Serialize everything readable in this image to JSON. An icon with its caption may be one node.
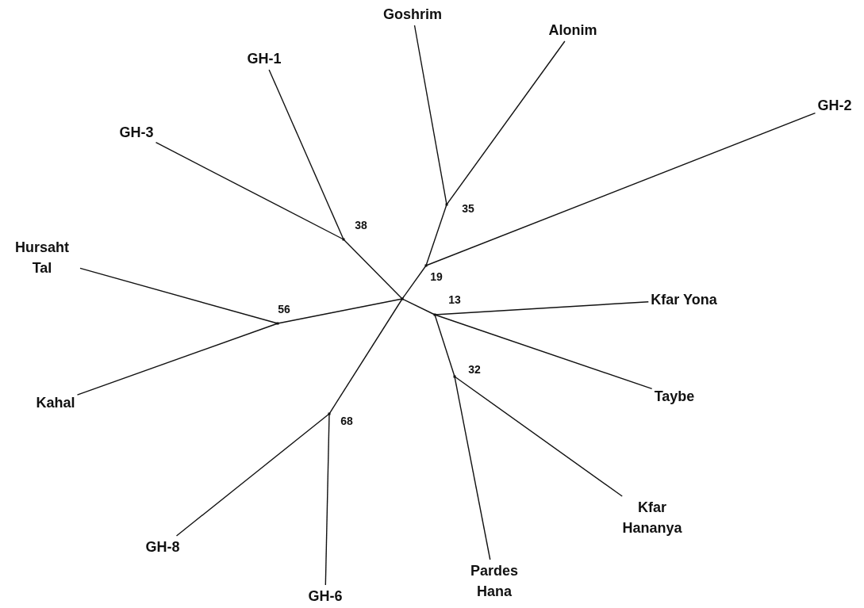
{
  "diagram": {
    "nodes": [
      {
        "text": [
          "Goshrim"
        ]
      },
      {
        "text": [
          "Alonim"
        ]
      },
      {
        "text": [
          "GH-1"
        ]
      },
      {
        "text": [
          "GH-2"
        ]
      },
      {
        "text": [
          "GH-3"
        ]
      },
      {
        "text": [
          "Hursaht Tal"
        ]
      },
      {
        "text": [
          "Kfar Yona"
        ]
      },
      {
        "text": [
          "Taybe"
        ]
      },
      {
        "text": [
          "Kahal"
        ]
      },
      {
        "text": [
          "Kfar Hananya"
        ]
      },
      {
        "text": [
          "GH-8"
        ]
      },
      {
        "text": [
          "Pardes Hana"
        ]
      },
      {
        "text": [
          "GH-6"
        ]
      },
      {
        "text": [],
        "shape": "point",
        "beside": [
          "35"
        ]
      },
      {
        "text": [],
        "shape": "point",
        "beside": [
          "38"
        ]
      },
      {
        "text": [],
        "shape": "point",
        "beside": [
          "19"
        ]
      },
      {
        "text": [],
        "shape": "point"
      },
      {
        "text": [],
        "shape": "point",
        "beside": [
          "13"
        ]
      },
      {
        "text": [],
        "shape": "point",
        "beside": [
          "56"
        ]
      },
      {
        "text": [],
        "shape": "point",
        "beside": [
          "32"
        ]
      },
      {
        "text": [],
        "shape": "point",
        "beside": [
          "68"
        ]
      }
    ],
    "edges": [
      {
        "from": 16,
        "to": 14,
        "arrow": "none"
      },
      {
        "from": 16,
        "to": 18,
        "arrow": "none"
      },
      {
        "from": 16,
        "to": 20,
        "arrow": "none"
      },
      {
        "from": 16,
        "to": 15,
        "arrow": "none"
      },
      {
        "from": 16,
        "to": 17,
        "arrow": "none"
      },
      {
        "from": 14,
        "to": 2,
        "arrow": "none"
      },
      {
        "from": 14,
        "to": 4,
        "arrow": "none"
      },
      {
        "from": 18,
        "to": 5,
        "arrow": "none"
      },
      {
        "from": 18,
        "to": 8,
        "arrow": "none"
      },
      {
        "from": 20,
        "to": 10,
        "arrow": "none"
      },
      {
        "from": 20,
        "to": 12,
        "arrow": "none"
      },
      {
        "from": 15,
        "to": 13,
        "arrow": "none"
      },
      {
        "from": 15,
        "to": 3,
        "arrow": "none"
      },
      {
        "from": 13,
        "to": 0,
        "arrow": "none"
      },
      {
        "from": 13,
        "to": 1,
        "arrow": "none"
      },
      {
        "from": 17,
        "to": 6,
        "arrow": "none"
      },
      {
        "from": 17,
        "to": 7,
        "arrow": "none"
      },
      {
        "from": 17,
        "to": 19,
        "arrow": "none"
      },
      {
        "from": 19,
        "to": 9,
        "arrow": "none"
      },
      {
        "from": 19,
        "to": 11,
        "arrow": "none"
      }
    ]
  }
}
